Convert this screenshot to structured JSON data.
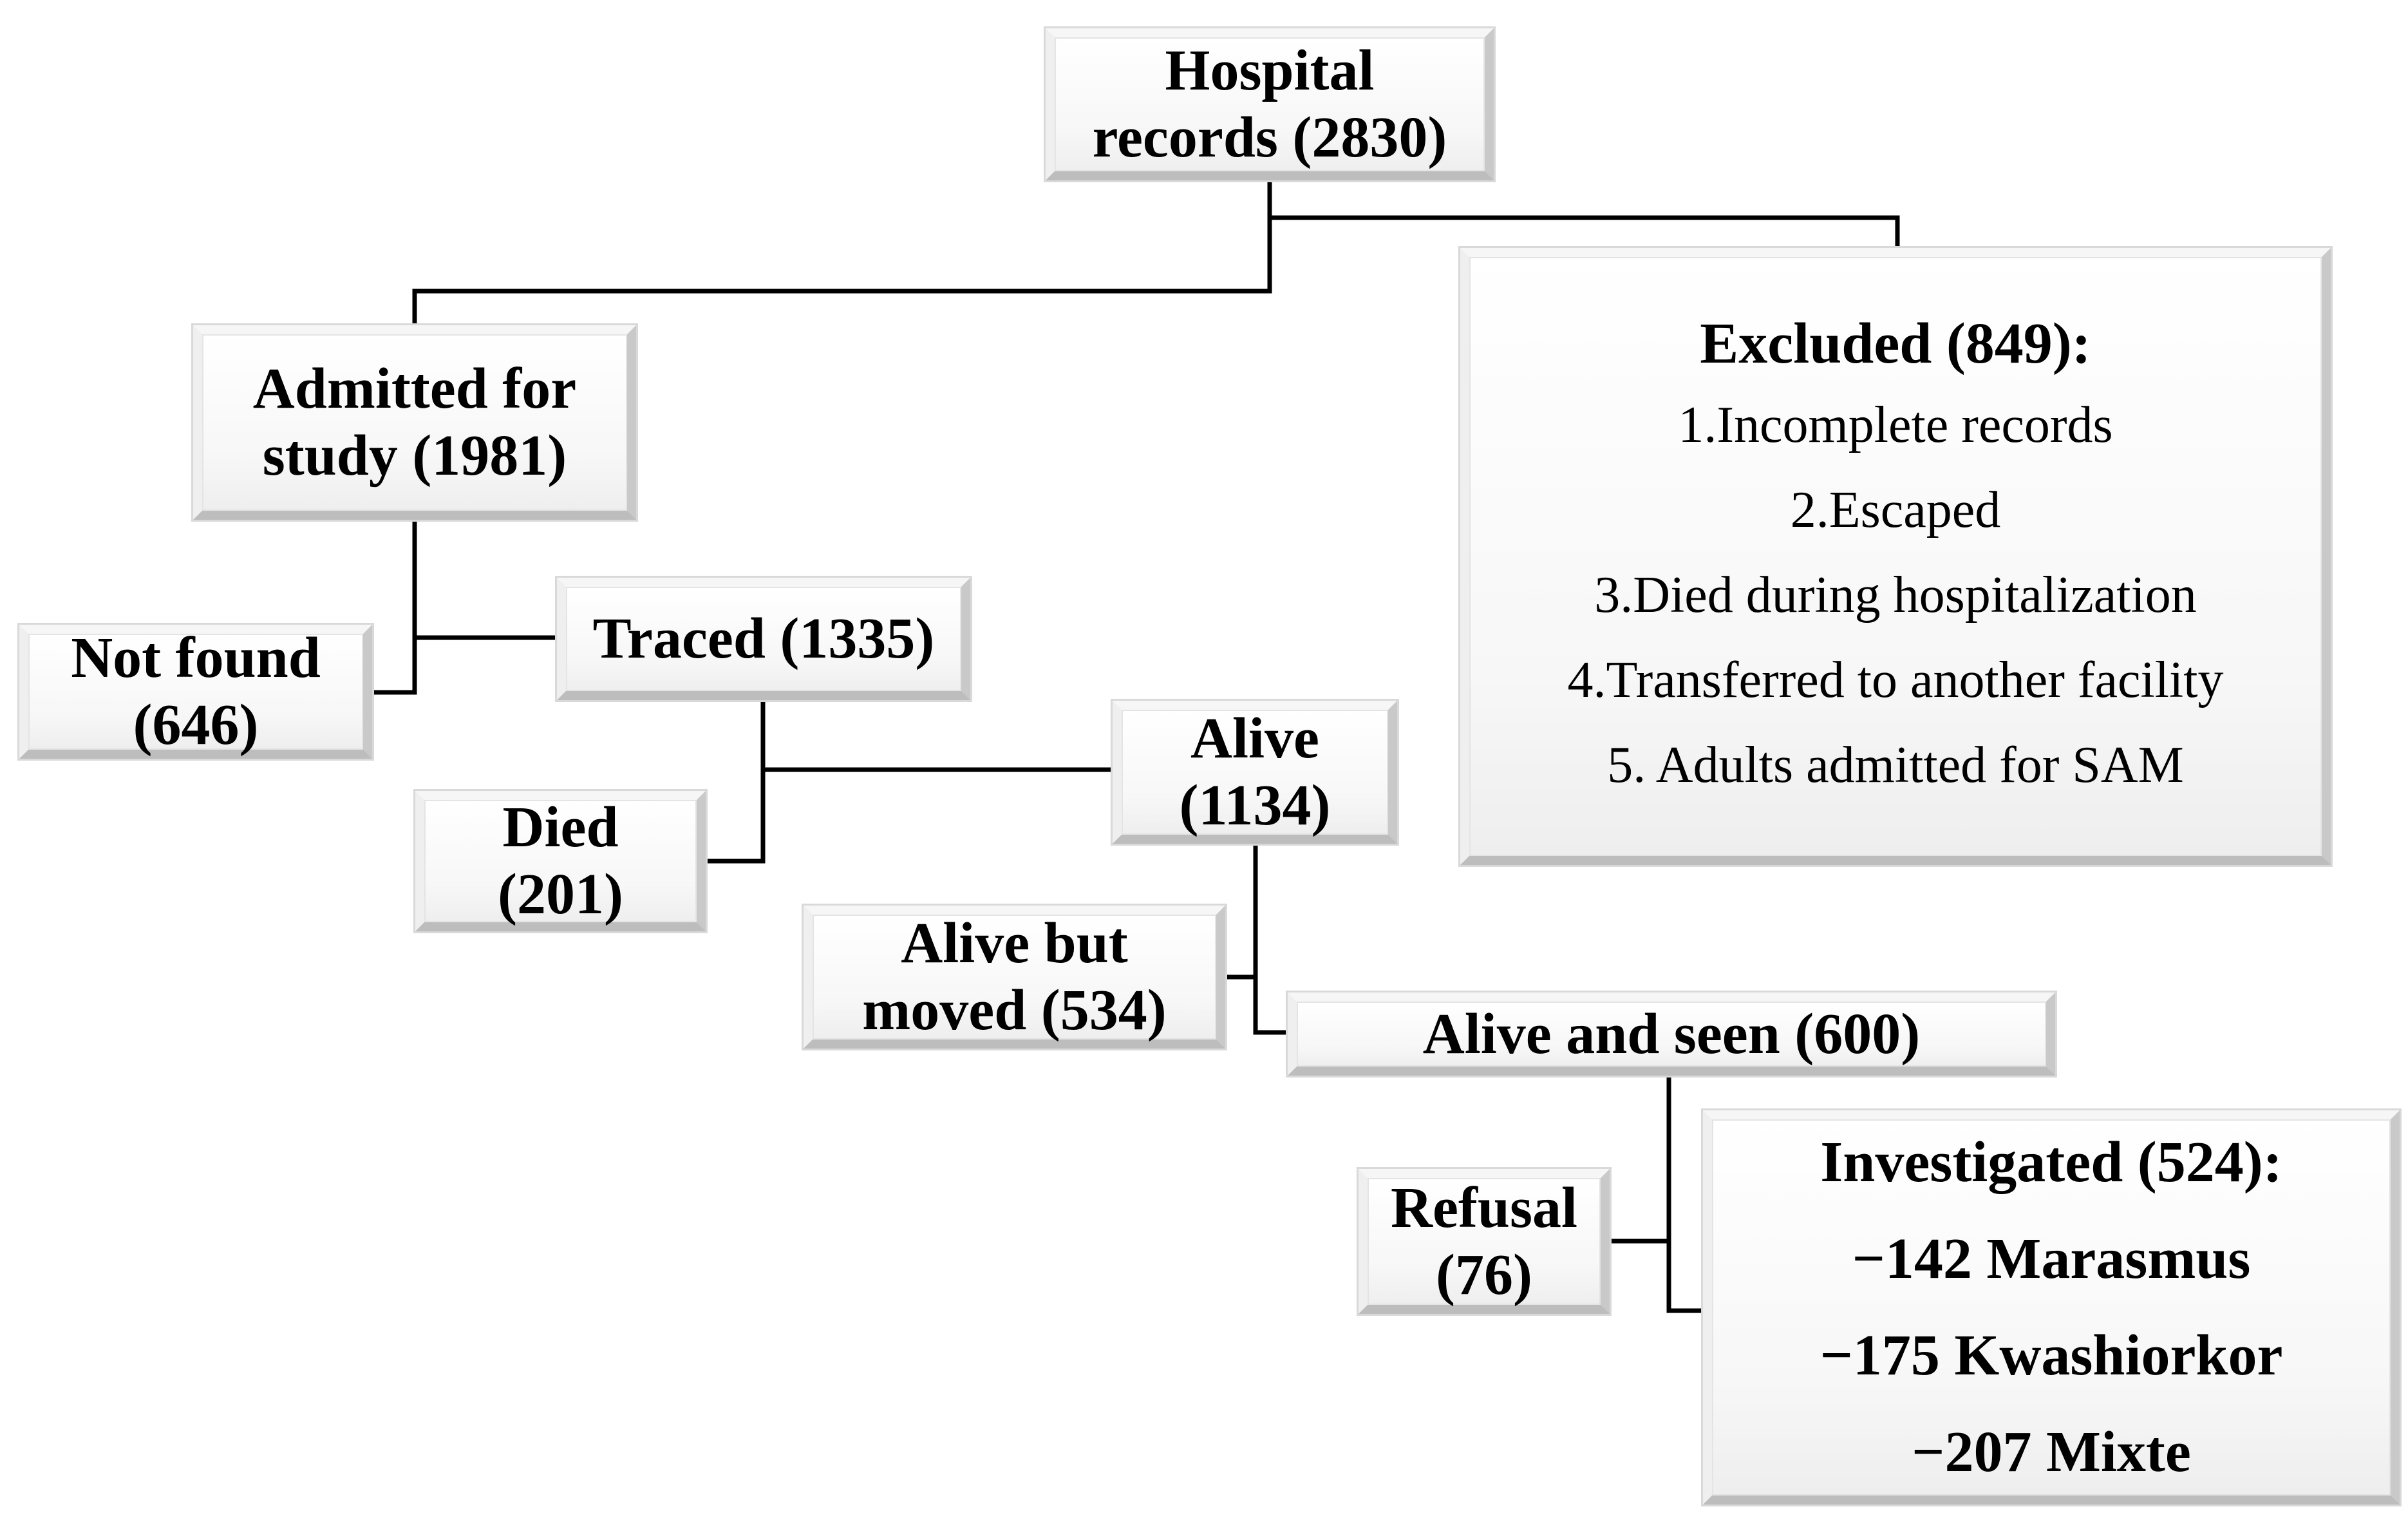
{
  "nodes": {
    "hospital_records": {
      "lines": [
        "Hospital",
        "records (2830)"
      ]
    },
    "admitted": {
      "lines": [
        "Admitted for",
        "study (1981)"
      ]
    },
    "excluded": {
      "title": "Excluded (849):",
      "items": [
        "1.Incomplete records",
        "2.Escaped",
        "3.Died during hospitalization",
        "4.Transferred to another facility",
        "5. Adults admitted for SAM"
      ]
    },
    "not_found": {
      "lines": [
        "Not found",
        "(646)"
      ]
    },
    "traced": {
      "lines": [
        "Traced (1335)"
      ]
    },
    "died": {
      "lines": [
        "Died",
        "(201)"
      ]
    },
    "alive": {
      "lines": [
        "Alive",
        "(1134)"
      ]
    },
    "alive_moved": {
      "lines": [
        "Alive but",
        "moved (534)"
      ]
    },
    "alive_seen": {
      "lines": [
        "Alive and seen (600)"
      ]
    },
    "refusal": {
      "lines": [
        "Refusal",
        "(76)"
      ]
    },
    "investigated": {
      "title": "Investigated (524):",
      "items": [
        "−142 Marasmus",
        "−175 Kwashiorkor",
        "−207 Mixte"
      ]
    }
  },
  "colors": {
    "connector": "#000000",
    "box_fill": "#f7f7f7",
    "box_bevel": "#c9c9c9"
  }
}
